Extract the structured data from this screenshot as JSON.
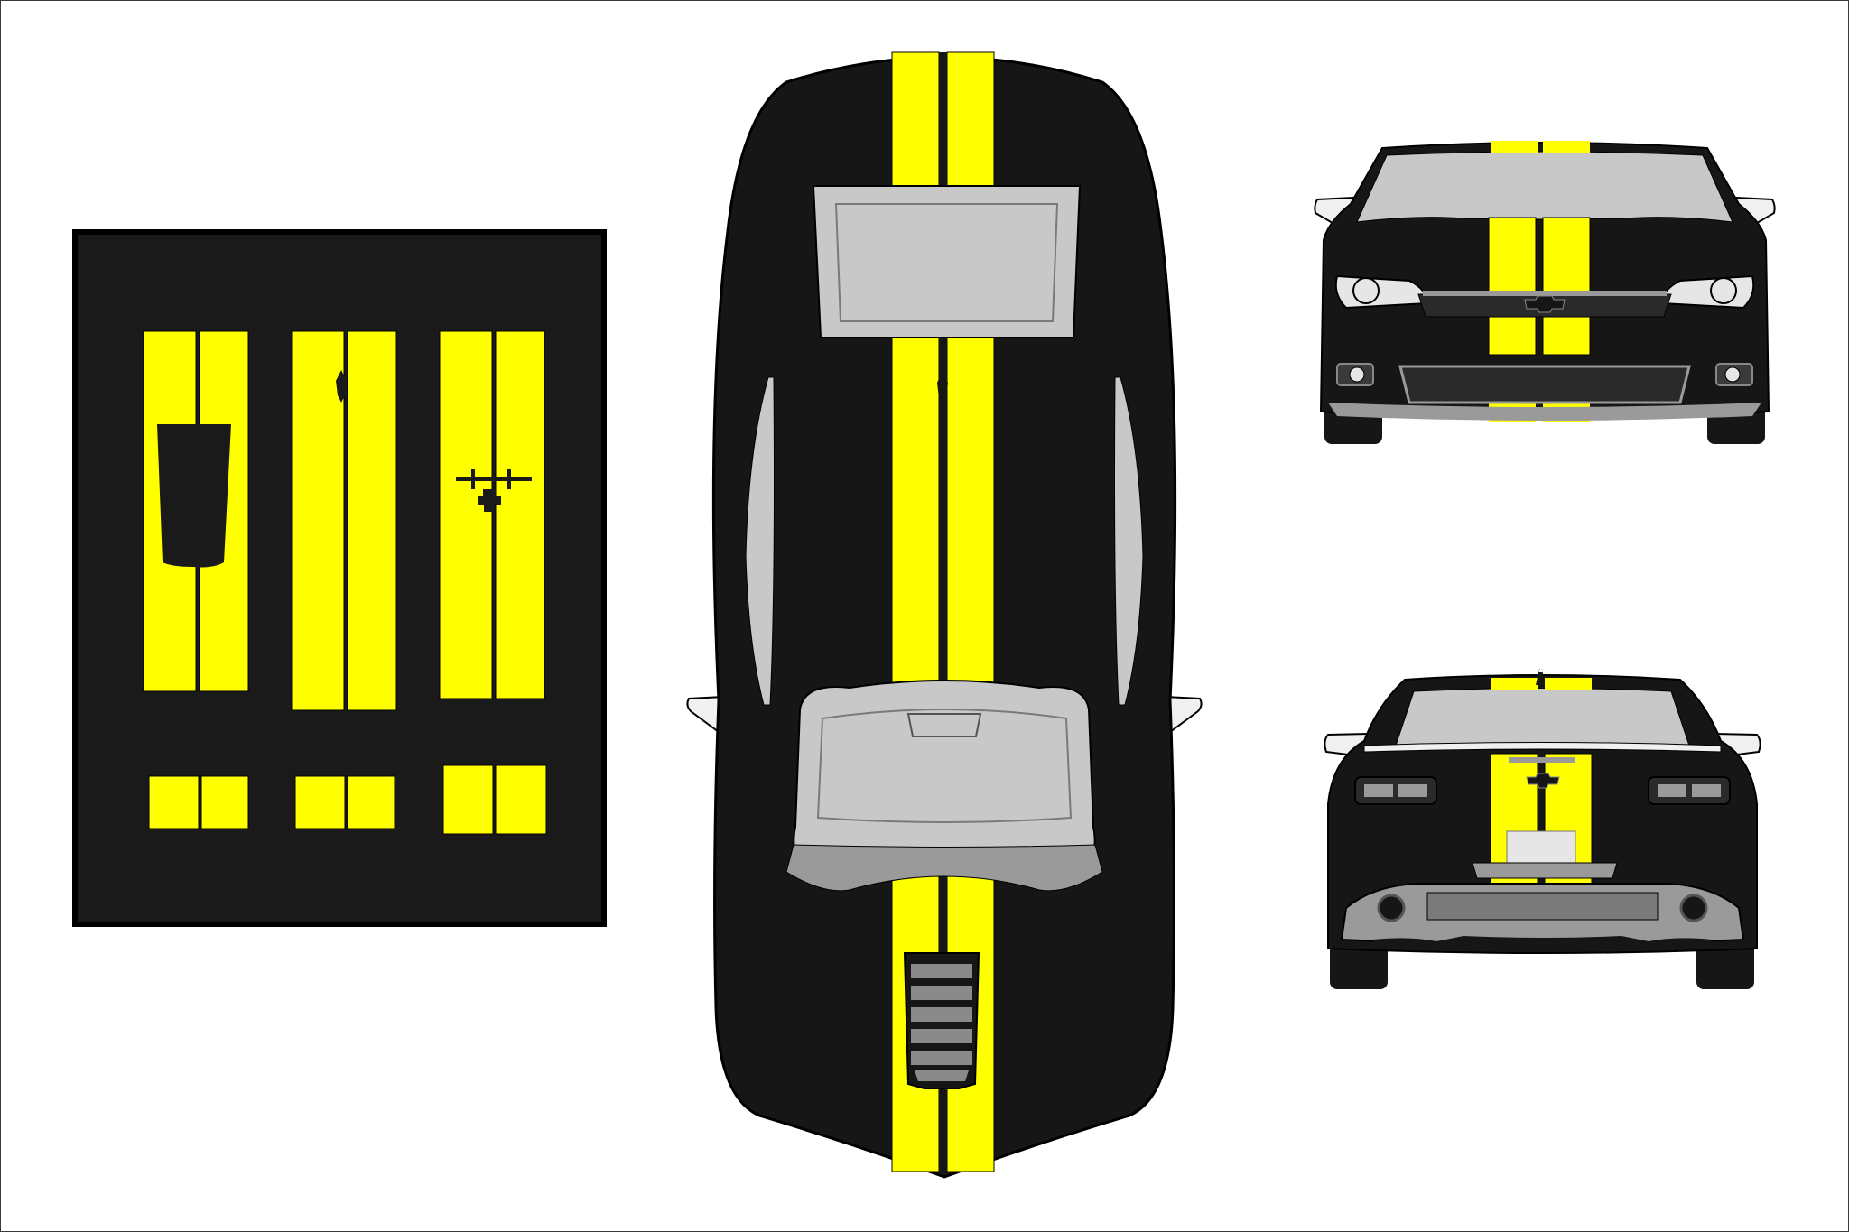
{
  "colors": {
    "stripe": "#ffff00",
    "body": "#161616",
    "glass": "#c8c8c8",
    "trim": "#9a9a9a",
    "panel": "#1a1a1a",
    "outline": "#000000",
    "background": "#ffffff"
  },
  "views": [
    "stripe-kit-layout",
    "top-view",
    "front-view",
    "rear-view"
  ],
  "stripe_kit": {
    "long_pieces": [
      "hood-stripes-with-scoop-cutout",
      "roof-stripes",
      "trunk-stripes-with-emblem-cutout"
    ],
    "short_pieces": [
      "front-bumper-stripes",
      "lower-valance-stripes",
      "rear-bumper-stripes"
    ]
  }
}
